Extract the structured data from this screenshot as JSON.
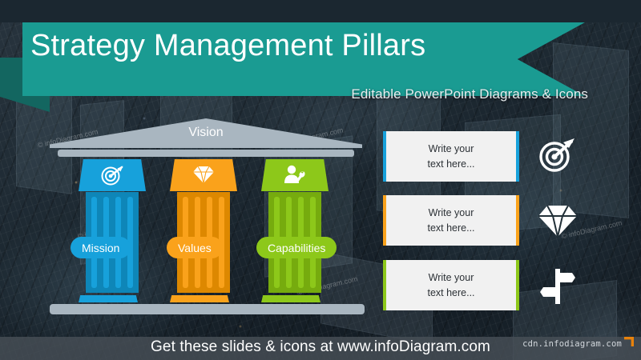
{
  "slide": {
    "title": "Strategy Management Pillars",
    "subtitle": "Editable PowerPoint Diagrams & Icons",
    "vision_label": "Vision",
    "footer_text": "Get these slides & icons at www.infoDiagram.com",
    "cdn_watermark": "cdn.infodiagram.com",
    "watermark_text": "© infoDiagram.com"
  },
  "colors": {
    "ribbon_teal": "#1a9b92",
    "ribbon_fold": "#136660",
    "stone_gray": "#a9b6c0",
    "blue": "#17a1db",
    "blue_dark": "#0e86b8",
    "orange": "#faa21b",
    "orange_dark": "#dd8800",
    "green": "#8dc81a",
    "green_dark": "#76ab0e",
    "box_bg": "#f1f1f1",
    "footer_bg": "#485058",
    "cdn_logo": "#e8820c"
  },
  "pillars": [
    {
      "label": "Mission",
      "icon": "target-arrow-icon",
      "color": "#17a1db",
      "dark": "#0e86b8"
    },
    {
      "label": "Values",
      "icon": "diamond-icon",
      "color": "#faa21b",
      "dark": "#dd8800"
    },
    {
      "label": "Capabilities",
      "icon": "person-wrench-icon",
      "color": "#8dc81a",
      "dark": "#76ab0e"
    }
  ],
  "text_boxes": [
    {
      "line1": "Write your",
      "line2": "text here...",
      "accent": "#17a1db"
    },
    {
      "line1": "Write your",
      "line2": "text here...",
      "accent": "#faa21b"
    },
    {
      "line1": "Write your",
      "line2": "text here...",
      "accent": "#8dc81a"
    }
  ],
  "side_icons": [
    {
      "name": "target-arrow-icon"
    },
    {
      "name": "diamond-icon"
    },
    {
      "name": "signpost-icon"
    }
  ]
}
